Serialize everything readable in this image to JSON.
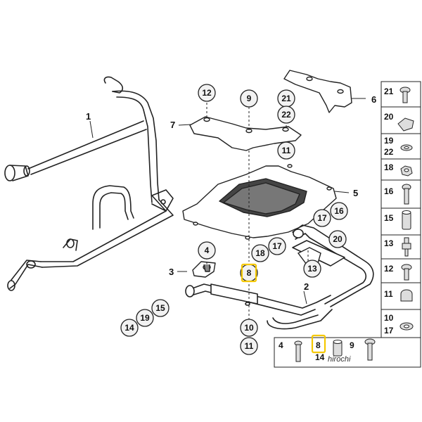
{
  "callouts": {
    "c12": "12",
    "c9a": "9",
    "c21": "21",
    "c22": "22",
    "c11a": "11",
    "c17a": "17",
    "c16": "16",
    "c20": "20",
    "c17b": "17",
    "c18": "18",
    "c13": "13",
    "c4": "4",
    "c8": "8",
    "c15": "15",
    "c19": "19",
    "c14": "14",
    "c10": "10",
    "c11b": "11"
  },
  "leaders": {
    "l1": "1",
    "l2": "2",
    "l3": "3",
    "l5": "5",
    "l6": "6",
    "l7": "7"
  },
  "side_panel": [
    {
      "label": "21",
      "icon": "screw-icon"
    },
    {
      "label": "20",
      "icon": "clip-icon"
    },
    {
      "label": "19",
      "icon": "washer-icon"
    },
    {
      "label": "22",
      "icon": "washer-icon"
    },
    {
      "label": "18",
      "icon": "nut-icon"
    },
    {
      "label": "16",
      "icon": "bolt-icon"
    },
    {
      "label": "15",
      "icon": "spacer-sleeve-icon"
    },
    {
      "label": "13",
      "icon": "spark-plug-bolt-icon"
    },
    {
      "label": "12",
      "icon": "screw-icon"
    },
    {
      "label": "11",
      "icon": "cap-nut-icon"
    },
    {
      "label": "10",
      "icon": "washer-icon"
    },
    {
      "label": "17",
      "icon": "washer-icon"
    }
  ],
  "bottom_panel": {
    "items": [
      {
        "label": "4",
        "icon": "pin-icon"
      },
      {
        "label": "8",
        "icon": "spacer-sleeve-icon"
      },
      {
        "label": "9",
        "icon": "screw-icon"
      },
      {
        "label": "14",
        "icon": "none"
      }
    ],
    "watermark": "hirochi"
  },
  "colors": {
    "stroke": "#222222",
    "callout_fill": "#f2f2f2",
    "highlight": "#f5c800"
  }
}
